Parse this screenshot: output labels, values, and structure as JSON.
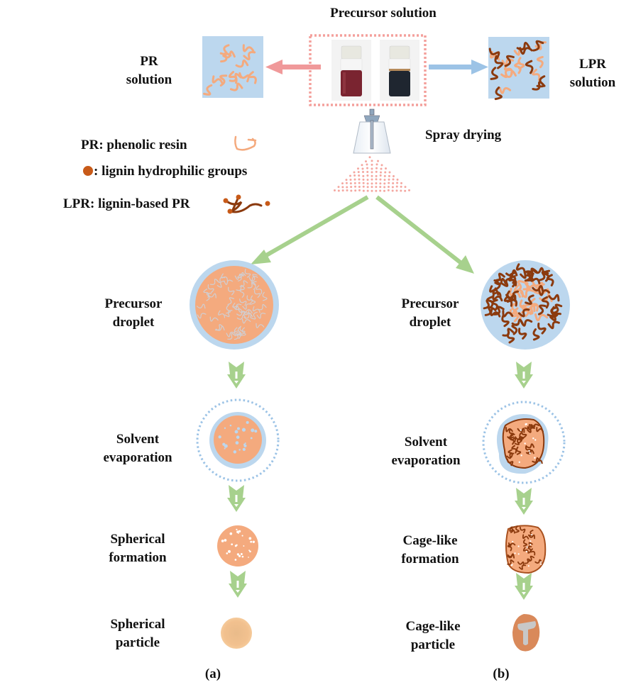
{
  "title": "Precursor solution",
  "solutions": {
    "pr": {
      "line1": "PR",
      "line2": "solution"
    },
    "lpr": {
      "line1": "LPR",
      "line2": "solution"
    }
  },
  "spray_label": "Spray drying",
  "legend": [
    {
      "text": "PR: phenolic resin",
      "icon": "phenolic-resin-icon"
    },
    {
      "text": ": lignin hydrophilic groups",
      "icon": "lignin-group-dot-icon"
    },
    {
      "text": "LPR: lignin-based PR",
      "icon": "lignin-based-pr-icon"
    }
  ],
  "columns": {
    "a": {
      "steps": [
        {
          "line1": "Precursor",
          "line2": "droplet"
        },
        {
          "line1": "Solvent",
          "line2": "evaporation"
        },
        {
          "line1": "Spherical",
          "line2": "formation"
        },
        {
          "line1": "Spherical",
          "line2": "particle"
        }
      ],
      "caption": "(a)"
    },
    "b": {
      "steps": [
        {
          "line1": "Precursor",
          "line2": "droplet"
        },
        {
          "line1": "Solvent",
          "line2": "evaporation"
        },
        {
          "line1": "Cage-like",
          "line2": "formation"
        },
        {
          "line1": "Cage-like",
          "line2": "particle"
        }
      ],
      "caption": "(b)"
    }
  },
  "colors": {
    "pr_orange": "#f4aa7e",
    "lignin_brown": "#8b3a0e",
    "lignin_dot": "#c85a18",
    "solution_blue": "#bcd7ee",
    "arrow_green": "#a7d18d",
    "arrow_pink": "#f0999a",
    "arrow_blue": "#9cc3e6",
    "particle_peach": "#f0c08e",
    "cage_particle": "#d9895a",
    "cage_core_gray": "#c8c8c8"
  }
}
